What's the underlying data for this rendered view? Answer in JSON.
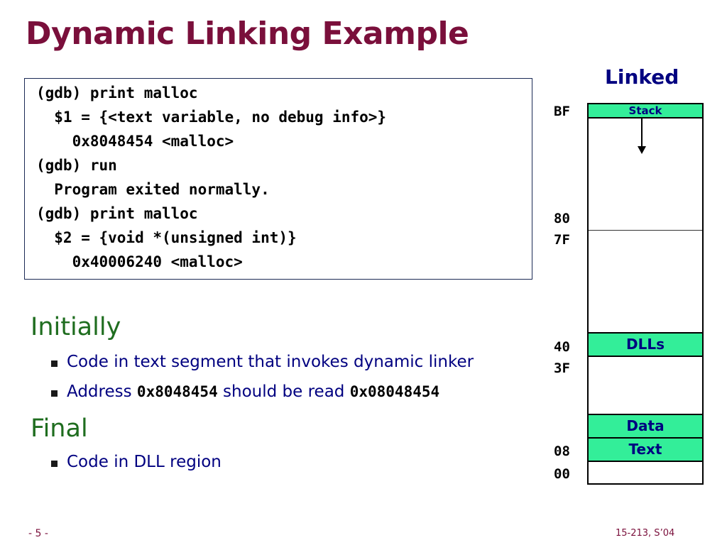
{
  "slide": {
    "title": "Dynamic Linking Example",
    "footer_left": "- 5 -",
    "footer_right": "15-213, S’04"
  },
  "code": {
    "lines": [
      "(gdb) print malloc",
      "  $1 = {<text variable, no debug info>}",
      "    0x8048454 <malloc>",
      "(gdb) run",
      "  Program exited normally.",
      "(gdb) print malloc",
      "  $2 = {void *(unsigned int)}",
      "    0x40006240 <malloc>"
    ]
  },
  "sections": {
    "initially": {
      "heading": "Initially",
      "bullet1": "Code in text segment that invokes dynamic linker",
      "bullet2_pre": "Address ",
      "bullet2_code1": "0x8048454",
      "bullet2_mid": " should be read ",
      "bullet2_code2": "0x08048454"
    },
    "final": {
      "heading": "Final",
      "bullet1": "Code in DLL region"
    }
  },
  "memory": {
    "title": "Linked",
    "segments": {
      "stack": "Stack",
      "dlls": "DLLs",
      "data": "Data",
      "text": "Text"
    },
    "addresses": [
      "BF",
      "80",
      "7F",
      "40",
      "3F",
      "08",
      "00"
    ],
    "segment_color": "#33ee99"
  },
  "colors": {
    "title": "#7a0f3b",
    "heading": "#1f6d1f",
    "bullet_text": "#000080"
  }
}
